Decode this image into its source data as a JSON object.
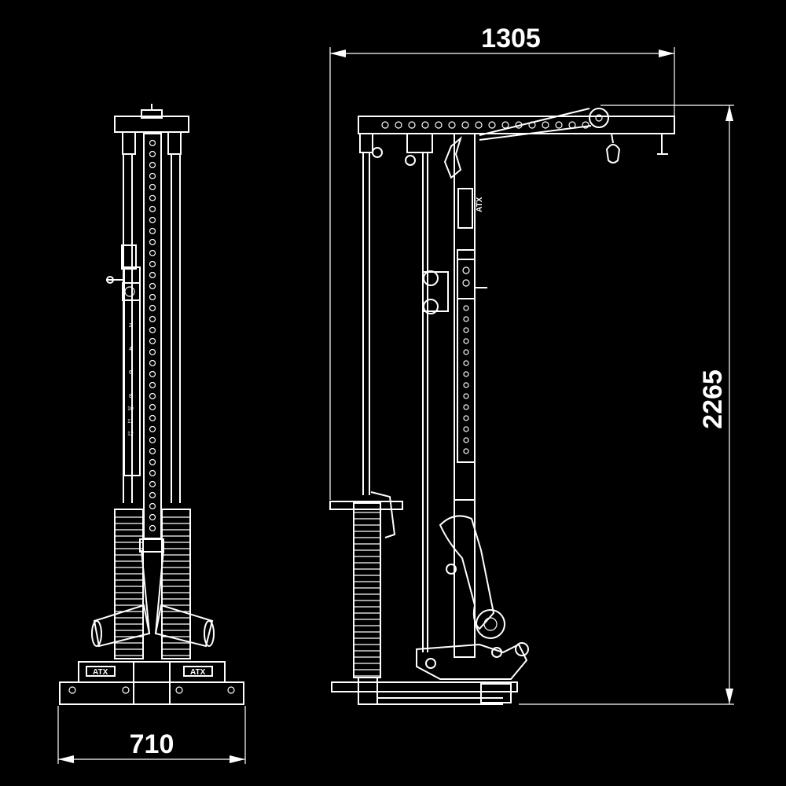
{
  "dimensions": {
    "width_side": "1305",
    "height": "2265",
    "width_front": "710"
  },
  "branding": {
    "logo": "ATX"
  },
  "pin_numbers": [
    "2",
    "4",
    "6",
    "8",
    "10",
    "11",
    "12"
  ],
  "colors": {
    "background": "#000000",
    "lines": "#ffffff"
  }
}
